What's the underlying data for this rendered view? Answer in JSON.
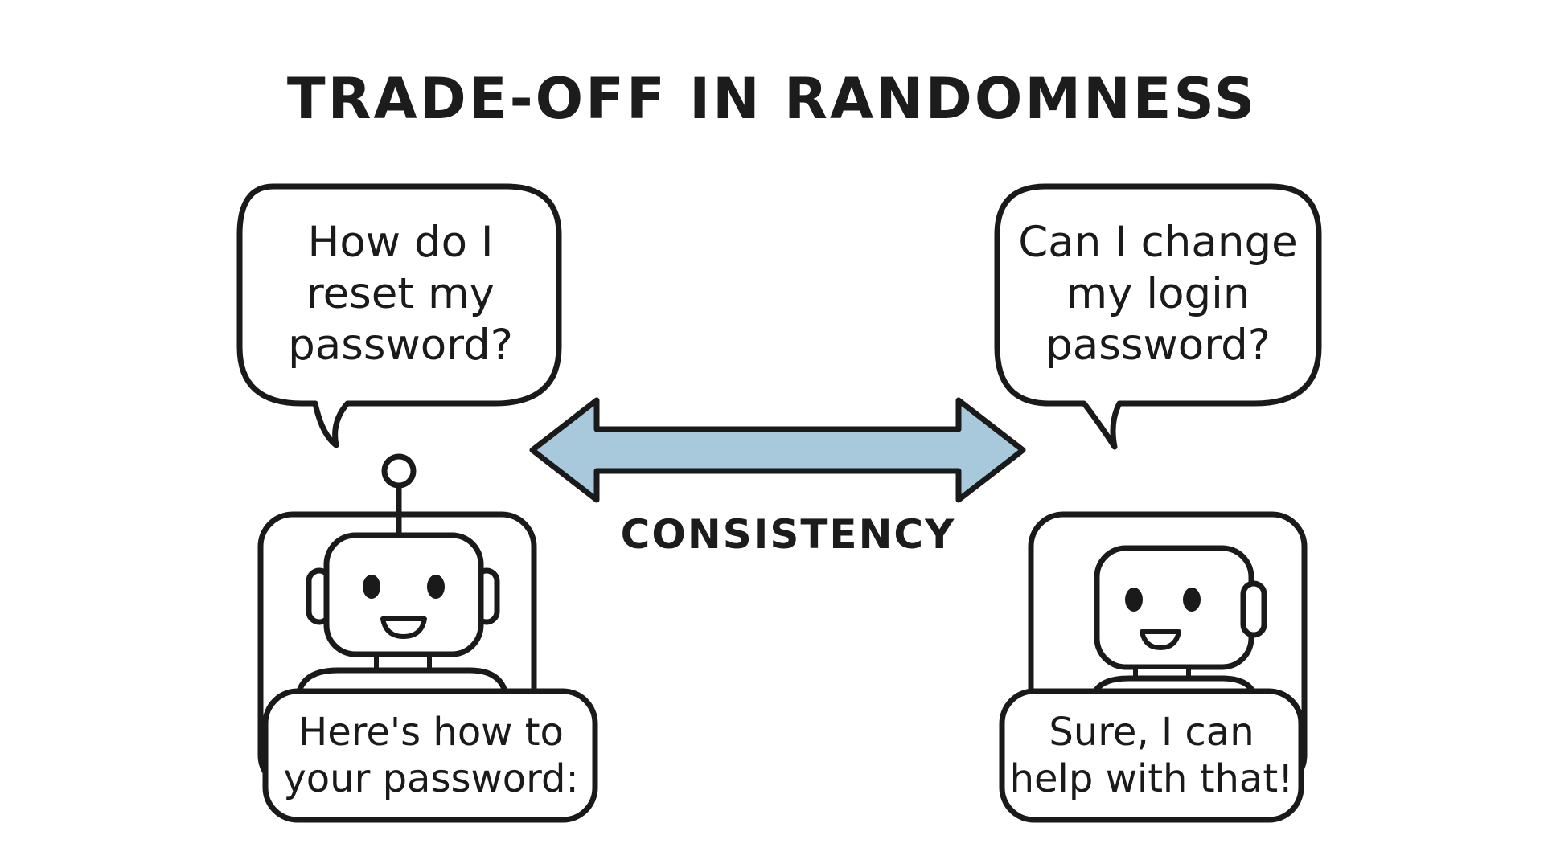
{
  "title": "TRADE-OFF IN RANDOMNESS",
  "arrow": {
    "label": "CONSISTENCY",
    "fill_color": "#a8c8dc"
  },
  "left": {
    "question": "How do I\nreset my\npassword?",
    "reply": "Here's how to\nyour password:"
  },
  "right": {
    "question": "Can I change\nmy login\npassword?",
    "reply": "Sure, I can\nhelp with that!"
  }
}
